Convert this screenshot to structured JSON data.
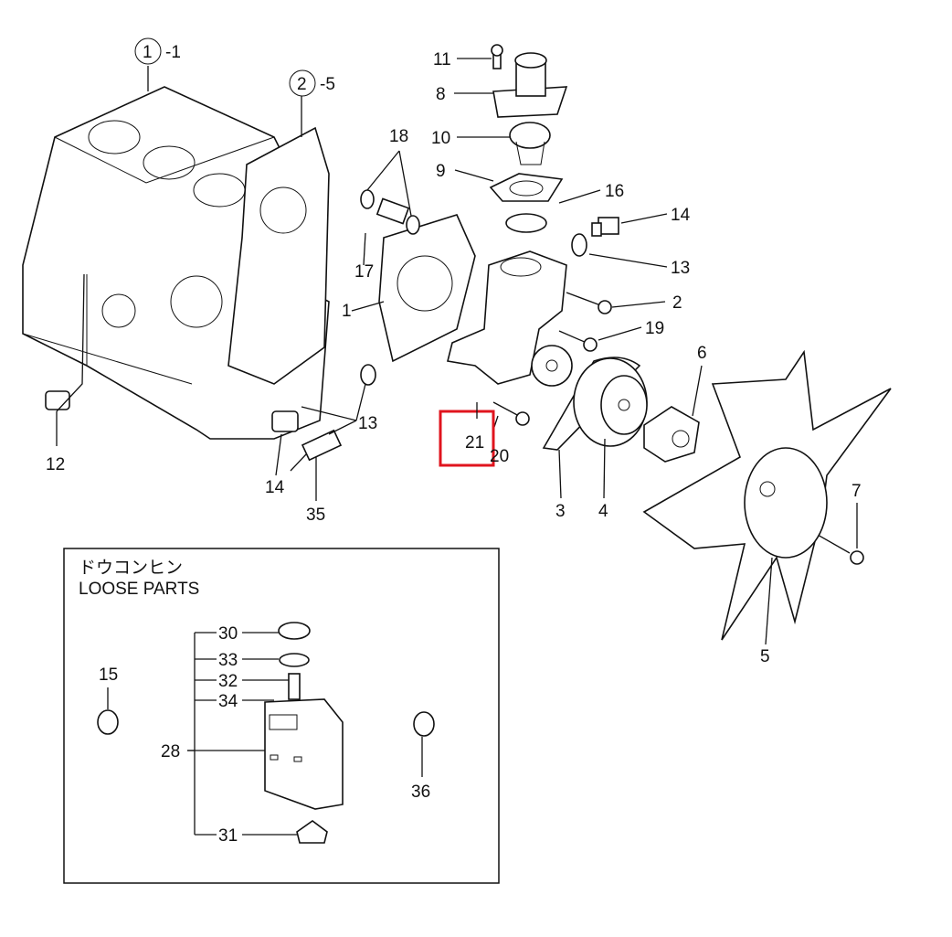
{
  "diagram": {
    "highlight_color": "#e0141e",
    "highlighted_part": "21",
    "callouts": {
      "c1_num": "1",
      "c1_suffix": "-1",
      "c2_num": "2",
      "c2_suffix": "-5",
      "p11": "11",
      "p8": "8",
      "p10": "10",
      "p9": "9",
      "p16": "16",
      "p18": "18",
      "p14a": "14",
      "p13a": "13",
      "p17": "17",
      "p1": "1",
      "p2": "2",
      "p19": "19",
      "p6": "6",
      "p13b": "13",
      "p12": "12",
      "p14b": "14",
      "p35": "35",
      "p21": "21",
      "p20": "20",
      "p3": "3",
      "p4": "4",
      "p7": "7",
      "p5": "5"
    },
    "loose_parts": {
      "title_jp": "ドウコンヒン",
      "title_en": "LOOSE PARTS",
      "p15": "15",
      "p30": "30",
      "p33": "33",
      "p32": "32",
      "p34": "34",
      "p28": "28",
      "p31": "31",
      "p36": "36"
    }
  }
}
